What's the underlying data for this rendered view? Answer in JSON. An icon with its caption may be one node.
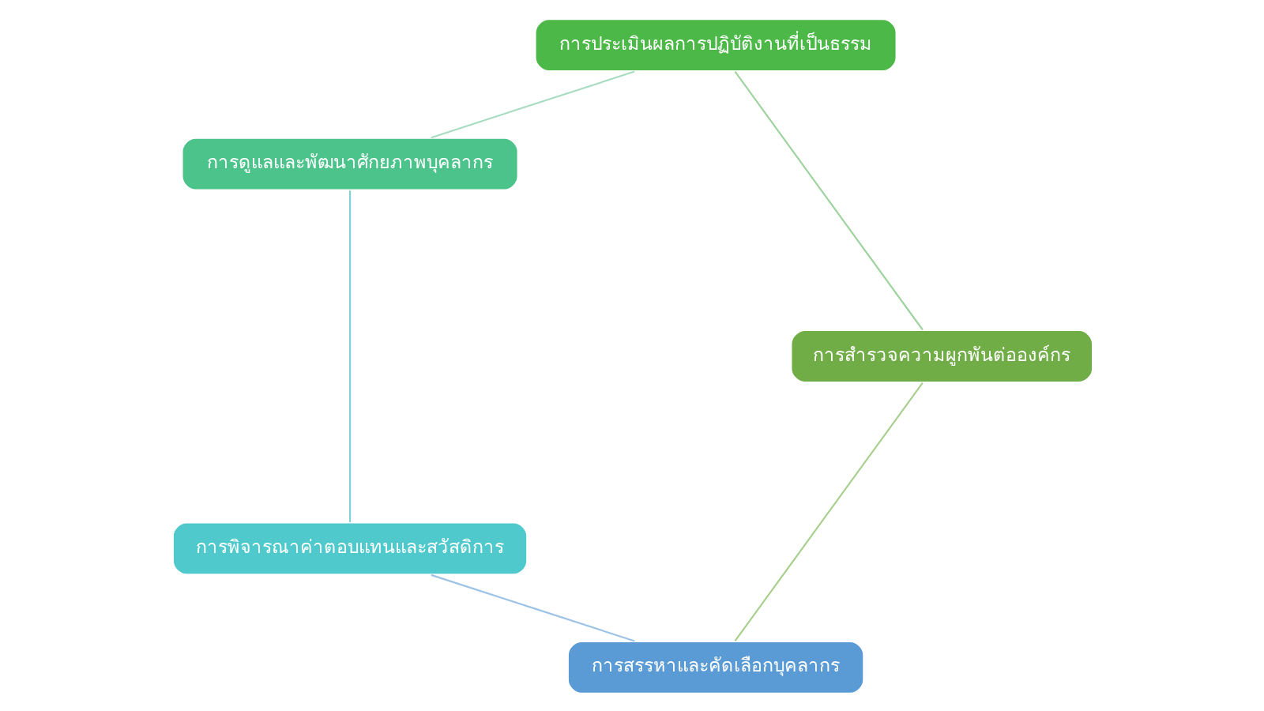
{
  "diagram": {
    "nodes": [
      {
        "text": [
          "การสรรหาและคัดเลือกบุคลากร"
        ]
      },
      {
        "text": [
          "การพิจารณาค่าตอบแทนและสวัสดิการ"
        ]
      },
      {
        "text": [
          "การดูแลและพัฒนาศักยภาพบุคลากร"
        ]
      },
      {
        "text": [
          "การประเมินผลการปฏิบัติงานที่เป็นธรรม"
        ]
      },
      {
        "text": [
          "การสำรวจความผูกพันต่อองค์กร"
        ]
      }
    ],
    "edges": [
      {
        "from": 0,
        "to": 1,
        "arrow": "none"
      },
      {
        "from": 1,
        "to": 2,
        "arrow": "none"
      },
      {
        "from": 2,
        "to": 3,
        "arrow": "none"
      },
      {
        "from": 3,
        "to": 4,
        "arrow": "none"
      },
      {
        "from": 4,
        "to": 0,
        "arrow": "none"
      }
    ]
  }
}
